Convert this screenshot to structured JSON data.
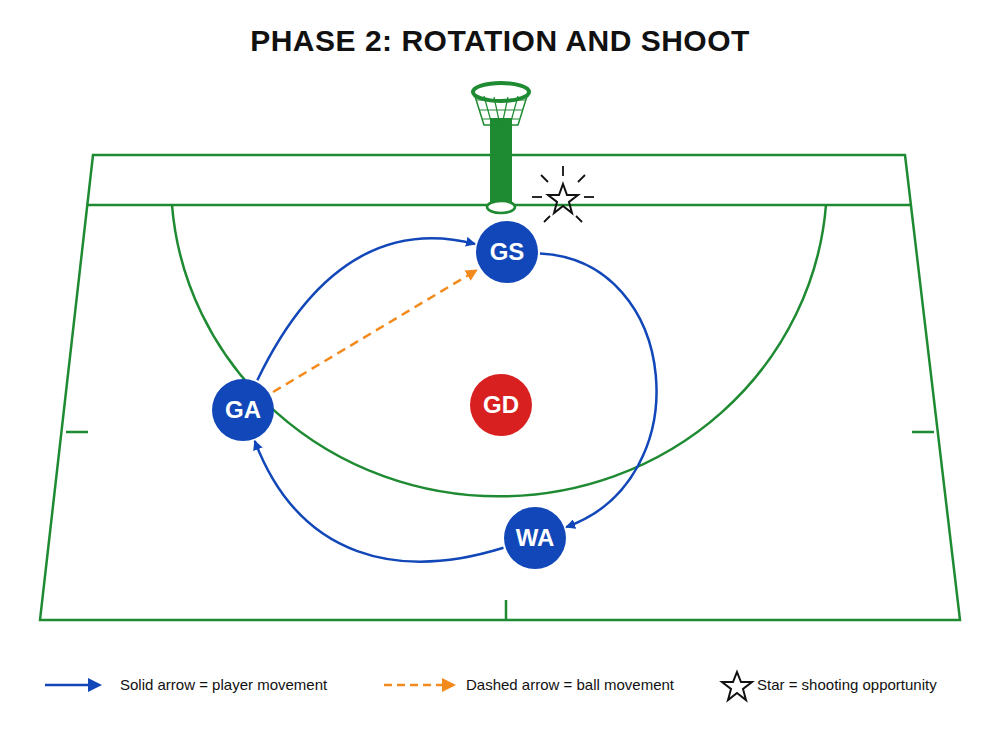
{
  "diagram": {
    "title": "PHASE 2: ROTATION AND SHOOT",
    "nodes": [
      {
        "text": [
          "GS"
        ]
      },
      {
        "text": [
          "GA"
        ]
      },
      {
        "text": [
          "GD"
        ]
      },
      {
        "text": [
          "WA"
        ]
      }
    ],
    "edges": [
      {
        "from": 1,
        "to": 0,
        "arrow": "to"
      },
      {
        "from": 0,
        "to": 3,
        "arrow": "to"
      },
      {
        "from": 3,
        "to": 1,
        "arrow": "to"
      },
      {
        "from": 1,
        "to": 0,
        "arrow": "to"
      }
    ],
    "legend": [
      {
        "text": "Solid arrow = player movement"
      },
      {
        "text": "Dashed arrow = ball movement"
      },
      {
        "text": "Star = shooting opportunity"
      }
    ]
  }
}
